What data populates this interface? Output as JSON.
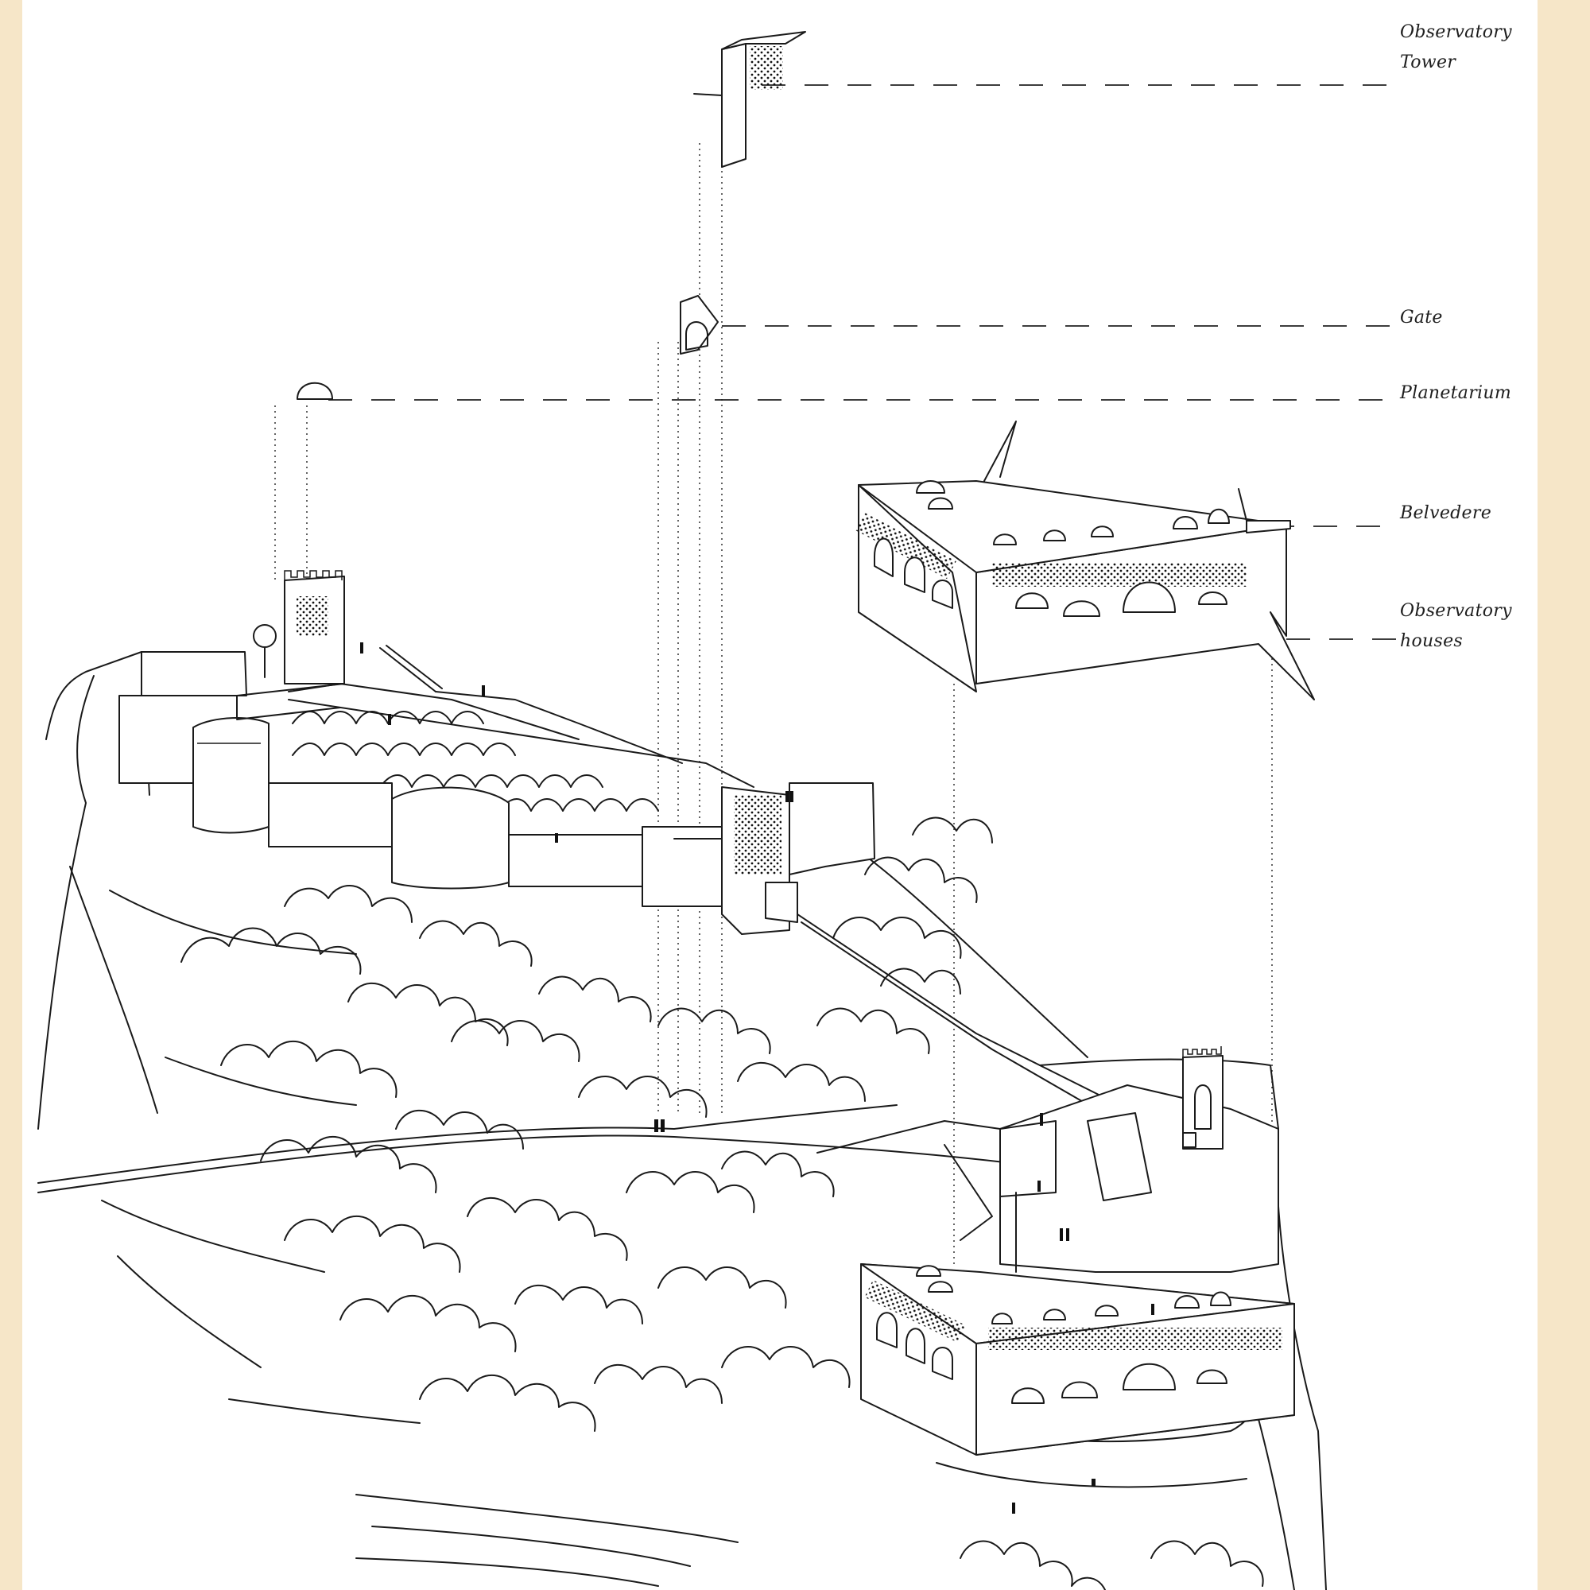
{
  "labels": {
    "observatory_tower": "Observatory\nTower",
    "gate": "Gate",
    "planetarium": "Planetarium",
    "belvedere": "Belvedere",
    "observatory_houses": "Observatory\nhouses"
  },
  "colors": {
    "frame": "#f6e6c8",
    "sheet": "#ffffff",
    "ink": "#1a1a1a"
  }
}
